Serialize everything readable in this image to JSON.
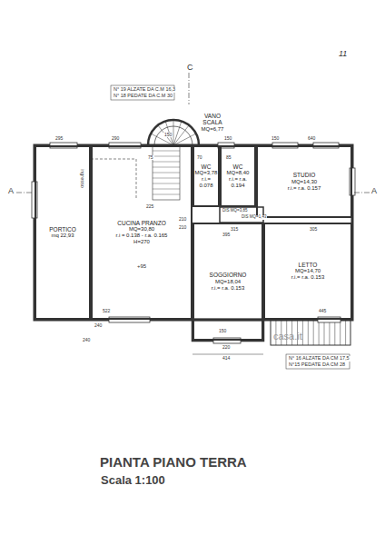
{
  "diagram": {
    "title": "PIANTA PIANO TERRA",
    "nodes": [
      {
        "text": [
          "PORTICO",
          "mq 22,93"
        ]
      },
      {
        "text": [
          "CUCINA PRANZO",
          "MQ=30,80",
          "r.i = 0.138 - r.a. 0.165",
          "H=270"
        ]
      },
      {
        "text": [
          "WC",
          "MQ=3,78",
          "r.i.= 0.078"
        ]
      },
      {
        "text": [
          "WC",
          "MQ=8,40",
          "r.i.= r.a. 0.194"
        ]
      },
      {
        "text": [
          "STUDIO",
          "MQ=14,30",
          "r.i.= r.a. 0.157"
        ]
      },
      {
        "text": [
          "LETTO",
          "MQ=14,70",
          "r.i.= r.a. 0.153"
        ]
      },
      {
        "text": [
          "SOGGIORNO",
          "MQ=18,04",
          "r.i.= r.a. 0.153"
        ]
      },
      {
        "text": [
          "VANO SCALA",
          "MQ=6,77"
        ]
      }
    ],
    "edges": [],
    "labels": [
      "C",
      "11",
      "A",
      "A",
      "N° 19 ALZATE DA C.M 16,3",
      "N° 18 PEDATE DA C.M 30",
      "N° 16 ALZATE DA CM 17,5",
      "N°15 PEDATE DA CM 28",
      "ingresso",
      "DIS MQ=3,85",
      "DIS MQ=1,43",
      "Scala 1:100",
      "295",
      "290",
      "75",
      "150",
      "150",
      "640",
      "150",
      "70",
      "85",
      "225",
      "210",
      "210",
      "315",
      "305",
      "395",
      "445",
      "522",
      "240",
      "240",
      "150",
      "220",
      "414",
      "+95",
      "casa.it"
    ]
  }
}
